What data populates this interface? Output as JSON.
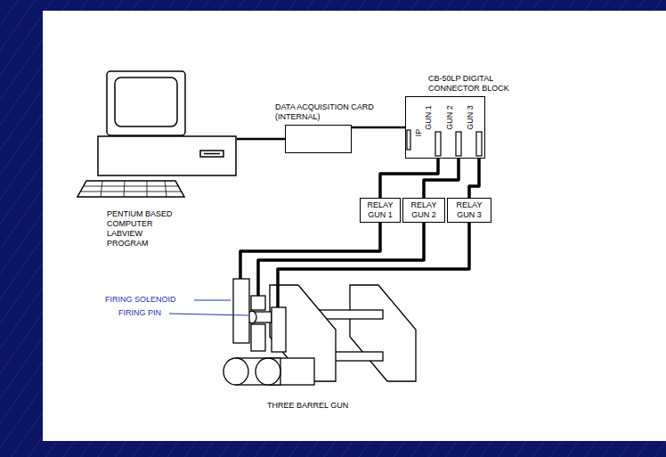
{
  "diagram": {
    "nodes": [
      {
        "text": [
          "PENTIUM BASED COMPUTER LABVIEW PROGRAM"
        ]
      },
      {
        "text": [
          "DATA ACQUISITION CARD (INTERNAL)"
        ]
      },
      {
        "text": [
          "CB-50LP DIGITAL CONNECTOR BLOCK",
          "IP",
          "GUN 1",
          "GUN 2",
          "GUN 3"
        ]
      },
      {
        "text": [
          "RELAY GUN 1"
        ]
      },
      {
        "text": [
          "RELAY GUN 2"
        ]
      },
      {
        "text": [
          "RELAY GUN 3"
        ]
      },
      {
        "text": [
          "THREE BARREL GUN"
        ]
      }
    ],
    "edges": [
      {
        "from": 0,
        "to": 1,
        "arrow": "none"
      },
      {
        "from": 1,
        "to": 2,
        "arrow": "none"
      },
      {
        "from": 2,
        "to": 3,
        "arrow": "none"
      },
      {
        "from": 2,
        "to": 4,
        "arrow": "none"
      },
      {
        "from": 2,
        "to": 5,
        "arrow": "none"
      },
      {
        "from": 3,
        "to": 6,
        "arrow": "none"
      },
      {
        "from": 4,
        "to": 6,
        "arrow": "none"
      },
      {
        "from": 5,
        "to": 6,
        "arrow": "none"
      }
    ],
    "labels": [
      "FIRING SOLENOID",
      "FIRING PIN"
    ]
  }
}
